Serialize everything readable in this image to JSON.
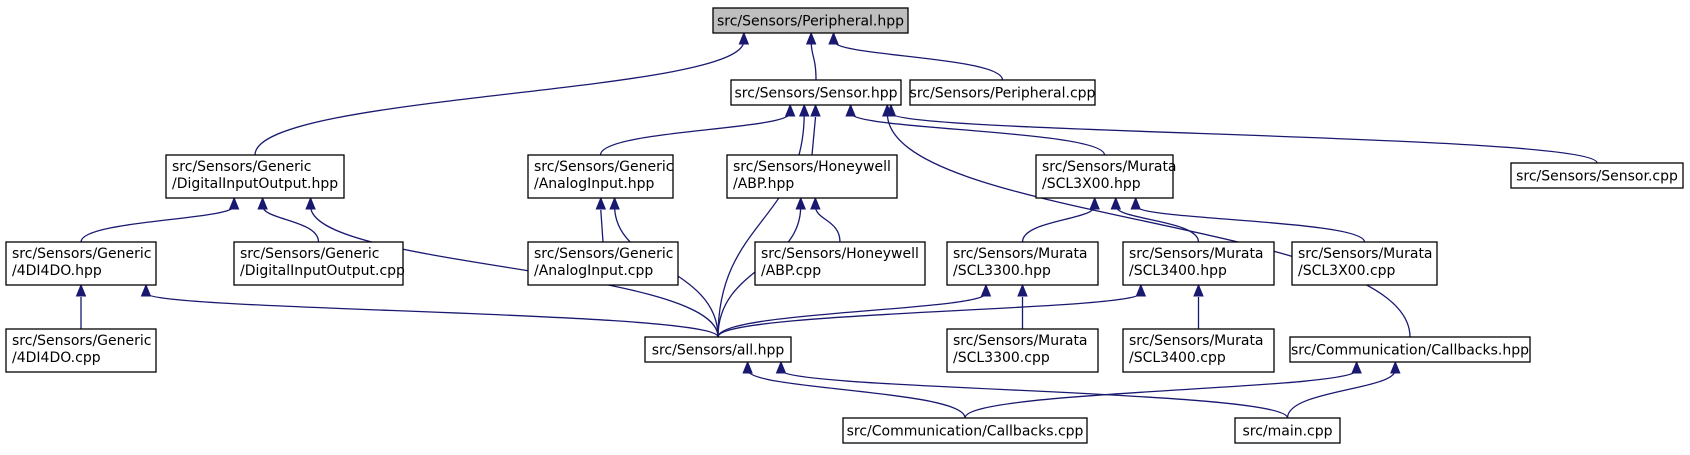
{
  "diagram": {
    "type": "include-dependency-graph",
    "colors": {
      "edge": "#191970",
      "root_fill": "#bfbfbf",
      "node_fill": "#ffffff",
      "node_border": "#000000"
    },
    "nodes": [
      {
        "id": "peripheral_hpp",
        "lines": [
          "src/Sensors/Peripheral.hpp"
        ],
        "root": true
      },
      {
        "id": "sensor_hpp",
        "lines": [
          "src/Sensors/Sensor.hpp"
        ]
      },
      {
        "id": "peripheral_cpp",
        "lines": [
          "src/Sensors/Peripheral.cpp"
        ]
      },
      {
        "id": "dio_hpp",
        "lines": [
          "src/Sensors/Generic",
          "/DigitalInputOutput.hpp"
        ]
      },
      {
        "id": "ai_hpp",
        "lines": [
          "src/Sensors/Generic",
          "/AnalogInput.hpp"
        ]
      },
      {
        "id": "abp_hpp",
        "lines": [
          "src/Sensors/Honeywell",
          "/ABP.hpp"
        ]
      },
      {
        "id": "scl3x00_hpp",
        "lines": [
          "src/Sensors/Murata",
          "/SCL3X00.hpp"
        ]
      },
      {
        "id": "sensor_cpp",
        "lines": [
          "src/Sensors/Sensor.cpp"
        ]
      },
      {
        "id": "d4do_hpp",
        "lines": [
          "src/Sensors/Generic",
          "/4DI4DO.hpp"
        ]
      },
      {
        "id": "dio_cpp",
        "lines": [
          "src/Sensors/Generic",
          "/DigitalInputOutput.cpp"
        ]
      },
      {
        "id": "ai_cpp",
        "lines": [
          "src/Sensors/Generic",
          "/AnalogInput.cpp"
        ]
      },
      {
        "id": "abp_cpp",
        "lines": [
          "src/Sensors/Honeywell",
          "/ABP.cpp"
        ]
      },
      {
        "id": "scl3300_hpp",
        "lines": [
          "src/Sensors/Murata",
          "/SCL3300.hpp"
        ]
      },
      {
        "id": "scl3400_hpp",
        "lines": [
          "src/Sensors/Murata",
          "/SCL3400.hpp"
        ]
      },
      {
        "id": "scl3x00_cpp",
        "lines": [
          "src/Sensors/Murata",
          "/SCL3X00.cpp"
        ]
      },
      {
        "id": "d4do_cpp",
        "lines": [
          "src/Sensors/Generic",
          "/4DI4DO.cpp"
        ]
      },
      {
        "id": "all_hpp",
        "lines": [
          "src/Sensors/all.hpp"
        ]
      },
      {
        "id": "scl3300_cpp",
        "lines": [
          "src/Sensors/Murata",
          "/SCL3300.cpp"
        ]
      },
      {
        "id": "scl3400_cpp",
        "lines": [
          "src/Sensors/Murata",
          "/SCL3400.cpp"
        ]
      },
      {
        "id": "callbacks_hpp",
        "lines": [
          "src/Communication/Callbacks.hpp"
        ]
      },
      {
        "id": "callbacks_cpp",
        "lines": [
          "src/Communication/Callbacks.cpp"
        ]
      },
      {
        "id": "main_cpp",
        "lines": [
          "src/main.cpp"
        ]
      }
    ],
    "edges": [
      {
        "from": "peripheral_hpp",
        "to": "sensor_hpp"
      },
      {
        "from": "peripheral_hpp",
        "to": "peripheral_cpp"
      },
      {
        "from": "peripheral_hpp",
        "to": "dio_hpp"
      },
      {
        "from": "sensor_hpp",
        "to": "ai_hpp"
      },
      {
        "from": "sensor_hpp",
        "to": "abp_hpp"
      },
      {
        "from": "sensor_hpp",
        "to": "scl3x00_hpp"
      },
      {
        "from": "sensor_hpp",
        "to": "sensor_cpp"
      },
      {
        "from": "sensor_hpp",
        "to": "all_hpp"
      },
      {
        "from": "sensor_hpp",
        "to": "callbacks_hpp"
      },
      {
        "from": "dio_hpp",
        "to": "d4do_hpp"
      },
      {
        "from": "dio_hpp",
        "to": "dio_cpp"
      },
      {
        "from": "dio_hpp",
        "to": "all_hpp"
      },
      {
        "from": "ai_hpp",
        "to": "ai_cpp"
      },
      {
        "from": "ai_hpp",
        "to": "all_hpp"
      },
      {
        "from": "abp_hpp",
        "to": "abp_cpp"
      },
      {
        "from": "abp_hpp",
        "to": "all_hpp"
      },
      {
        "from": "scl3x00_hpp",
        "to": "scl3300_hpp"
      },
      {
        "from": "scl3x00_hpp",
        "to": "scl3400_hpp"
      },
      {
        "from": "scl3x00_hpp",
        "to": "scl3x00_cpp"
      },
      {
        "from": "d4do_hpp",
        "to": "d4do_cpp"
      },
      {
        "from": "d4do_hpp",
        "to": "all_hpp"
      },
      {
        "from": "scl3300_hpp",
        "to": "scl3300_cpp"
      },
      {
        "from": "scl3300_hpp",
        "to": "all_hpp"
      },
      {
        "from": "scl3400_hpp",
        "to": "scl3400_cpp"
      },
      {
        "from": "scl3400_hpp",
        "to": "all_hpp"
      },
      {
        "from": "all_hpp",
        "to": "callbacks_cpp"
      },
      {
        "from": "all_hpp",
        "to": "main_cpp"
      },
      {
        "from": "callbacks_hpp",
        "to": "callbacks_cpp"
      },
      {
        "from": "callbacks_hpp",
        "to": "main_cpp"
      }
    ]
  }
}
